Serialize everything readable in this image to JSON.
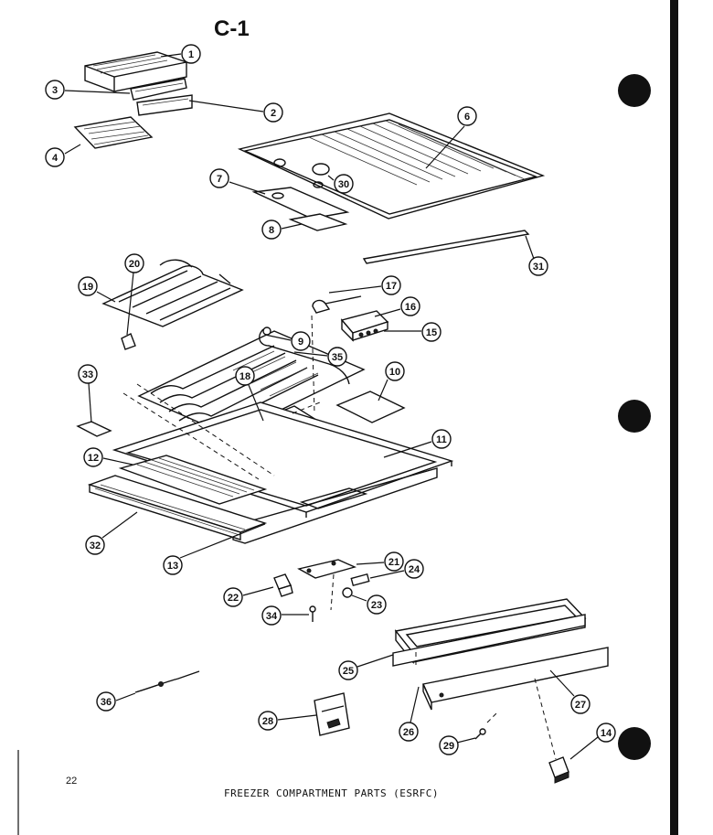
{
  "diagram_title": "C-1",
  "caption": "FREEZER COMPARTMENT PARTS (ESRFC)",
  "page_number": "22",
  "callouts": [
    "1",
    "2",
    "3",
    "4",
    "6",
    "30",
    "7",
    "8",
    "31",
    "19",
    "20",
    "17",
    "16",
    "15",
    "9",
    "35",
    "33",
    "18",
    "10",
    "11",
    "12",
    "32",
    "13",
    "21",
    "24",
    "22",
    "23",
    "34",
    "25",
    "27",
    "36",
    "28",
    "26",
    "29",
    "14"
  ]
}
